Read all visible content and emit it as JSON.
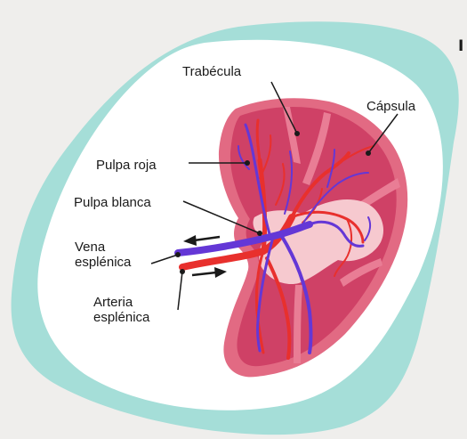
{
  "diagram": {
    "labels": {
      "trabecula": "Trabécula",
      "capsula": "Cápsula",
      "pulpa_roja": "Pulpa roja",
      "pulpa_blanca": "Pulpa blanca",
      "vena_line1": "Vena",
      "vena_line2": "esplénica",
      "arteria_line1": "Arteria",
      "arteria_line2": "esplénica",
      "edge_text": "I"
    },
    "colors": {
      "background": "#efeeec",
      "blob": "#a5ded8",
      "frame": "#ffffff",
      "capsule": "#e26a83",
      "red_pulp": "#cf4166",
      "light_zone": "#f6c9cf",
      "artery": "#e8302d",
      "vein": "#6437d6"
    }
  }
}
